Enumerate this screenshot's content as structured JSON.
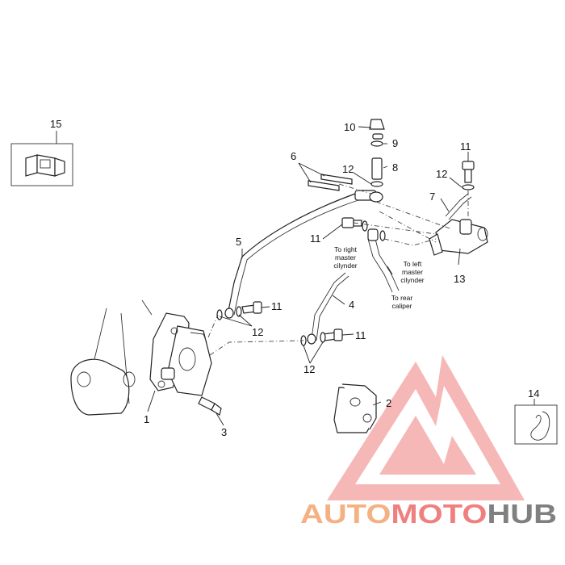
{
  "callouts": {
    "c1": "1",
    "c2": "2",
    "c3": "3",
    "c4": "4",
    "c5": "5",
    "c6": "6",
    "c7": "7",
    "c8": "8",
    "c9": "9",
    "c10": "10",
    "c11a": "11",
    "c11b": "11",
    "c11c": "11",
    "c11d": "11",
    "c12a": "12",
    "c12b": "12",
    "c12c": "12",
    "c12d": "12",
    "c13": "13",
    "c14": "14",
    "c15": "15"
  },
  "notes": {
    "right_master": [
      "To right",
      "master",
      "cilynder"
    ],
    "left_master": [
      "To left",
      "master",
      "cilynder"
    ],
    "rear_caliper": [
      "To rear",
      "caliper"
    ]
  },
  "watermark": {
    "auto": "AUTO",
    "moto": "MOTO",
    "hub": "HUB",
    "colors": {
      "auto": "#f4b183",
      "moto": "#f08080",
      "hub": "#808080",
      "triangle": "#f4a0a0"
    }
  }
}
